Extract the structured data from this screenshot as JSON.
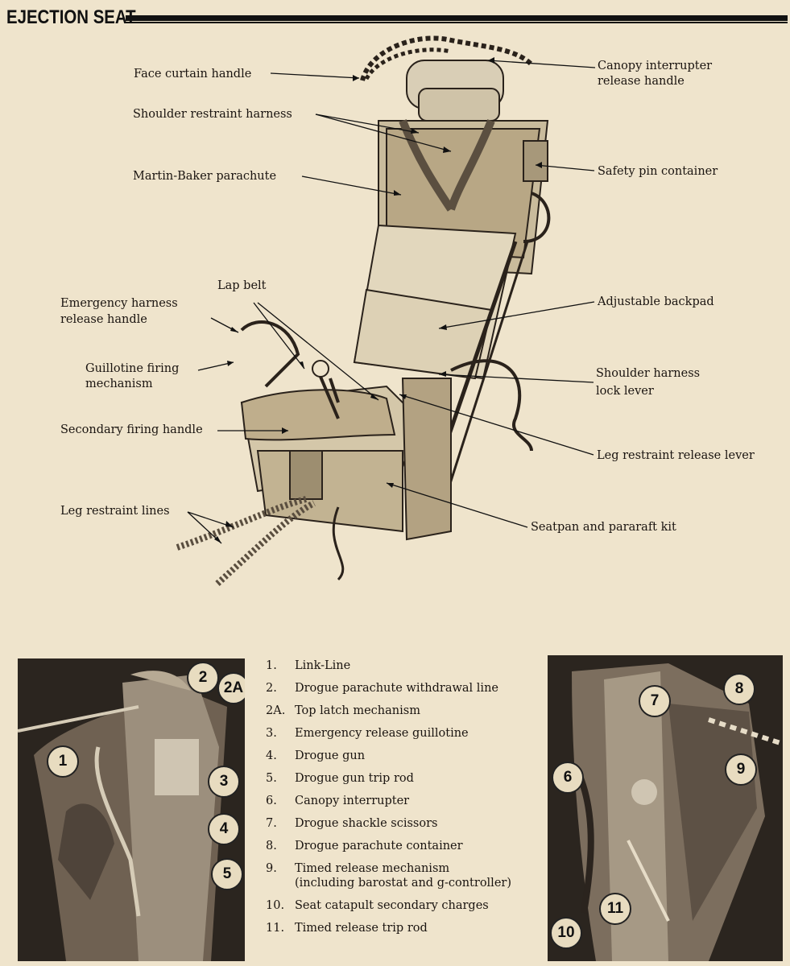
{
  "header": {
    "title": "EJECTION SEAT"
  },
  "labels": {
    "face_curtain": "Face curtain handle",
    "canopy_interrupter_1": "Canopy interrupter",
    "canopy_interrupter_2": "release handle",
    "shoulder_restraint": "Shoulder restraint harness",
    "safety_pin": "Safety pin container",
    "parachute": "Martin-Baker parachute",
    "lap_belt": "Lap belt",
    "emergency_1": "Emergency harness",
    "emergency_2": "release handle",
    "adjustable_backpad": "Adjustable backpad",
    "guillotine_1": "Guillotine firing",
    "guillotine_2": "mechanism",
    "shoulder_lock_1": "Shoulder harness",
    "shoulder_lock_2": "lock lever",
    "secondary_firing": "Secondary firing handle",
    "leg_release": "Leg restraint release lever",
    "leg_lines": "Leg restraint lines",
    "seatpan": "Seatpan and pararaft kit"
  },
  "left_photo_callouts": [
    "1",
    "2",
    "2A",
    "3",
    "4",
    "5"
  ],
  "right_photo_callouts": [
    "6",
    "7",
    "8",
    "9",
    "10",
    "11"
  ],
  "legend": [
    {
      "num": "1.",
      "text": "Link-Line"
    },
    {
      "num": "2.",
      "text": "Drogue parachute withdrawal line"
    },
    {
      "num": "2A.",
      "text": "Top latch mechanism"
    },
    {
      "num": "3.",
      "text": "Emergency release guillotine"
    },
    {
      "num": "4.",
      "text": "Drogue gun"
    },
    {
      "num": "5.",
      "text": "Drogue gun trip rod"
    },
    {
      "num": "6.",
      "text": "Canopy interrupter"
    },
    {
      "num": "7.",
      "text": "Drogue shackle scissors"
    },
    {
      "num": "8.",
      "text": "Drogue parachute container"
    },
    {
      "num": "9.",
      "text": "Timed release mechanism",
      "sub": "(including barostat and g-controller)"
    },
    {
      "num": "10.",
      "text": "Seat catapult secondary charges"
    },
    {
      "num": "11.",
      "text": "Timed release trip rod"
    }
  ]
}
